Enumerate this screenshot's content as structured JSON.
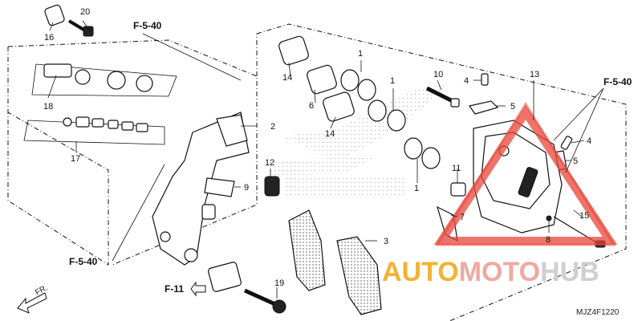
{
  "diagram": {
    "drawing_code": "MJZ4F1220",
    "front_label": "FR.",
    "watermark": {
      "part1": "AUTO",
      "part2": "MOTO",
      "part3": "HUB"
    },
    "refs": {
      "f540_top": "F-5-40",
      "f540_right": "F-5-40",
      "f540_bottom": "F-5-40",
      "f11": "F-11"
    },
    "callouts": {
      "n20": "20",
      "n16": "16",
      "n18": "18",
      "n17": "17",
      "n14a": "14",
      "n6": "6",
      "n14b": "14",
      "n1a": "1",
      "n1b": "1",
      "n1c": "1",
      "n10": "10",
      "n4a": "4",
      "n5a": "5",
      "n13": "13",
      "n2": "2",
      "n12": "12",
      "n9": "9",
      "n11": "11",
      "n4b": "4",
      "n5b": "5",
      "n7": "7",
      "n8": "8",
      "n15": "15",
      "n3": "3",
      "n19": "19"
    },
    "colors": {
      "watermark_triangle": "#e8463a",
      "watermark_auto": "#f2b233",
      "watermark_moto": "#f0a8a2",
      "watermark_hub": "#cfcfcf"
    }
  }
}
